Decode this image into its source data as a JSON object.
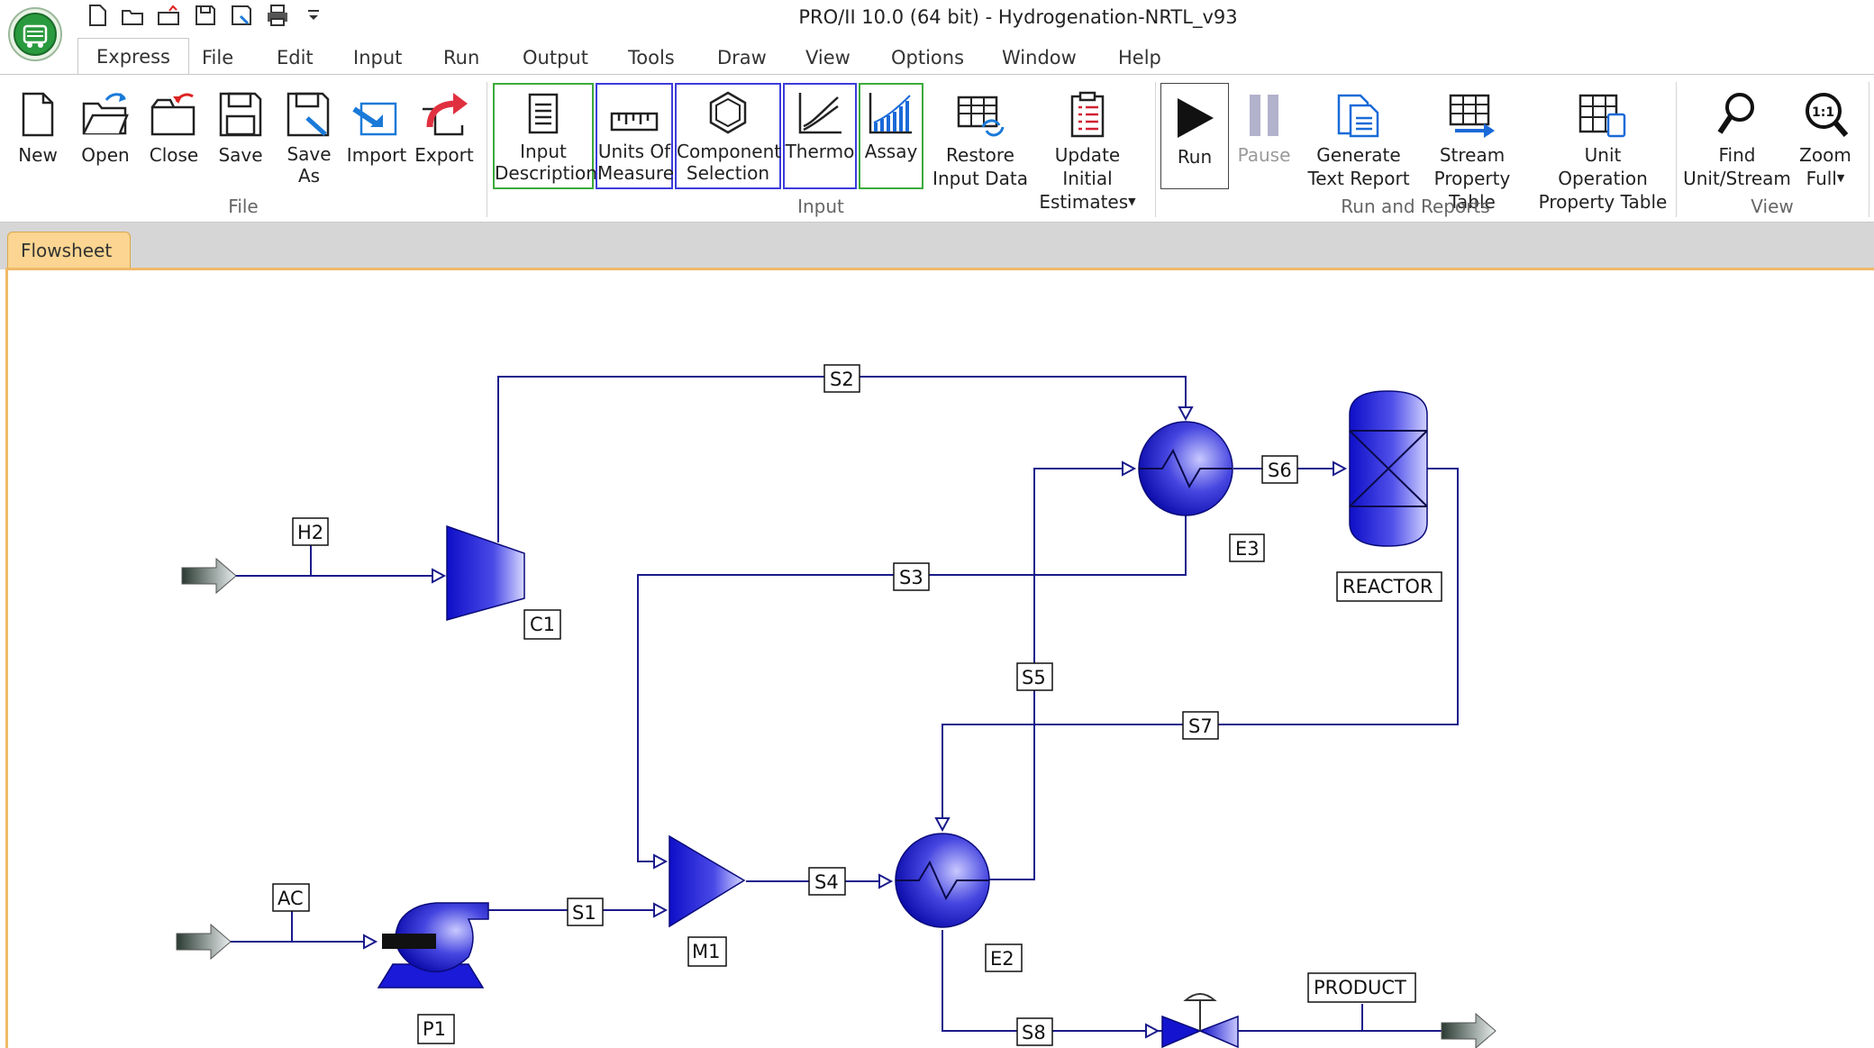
{
  "window": {
    "title": "PRO/II 10.0 (64 bit) - Hydrogenation-NRTL_v93"
  },
  "menu": [
    {
      "label": "Express",
      "active": true
    },
    {
      "label": "File"
    },
    {
      "label": "Edit"
    },
    {
      "label": "Input"
    },
    {
      "label": "Run"
    },
    {
      "label": "Output"
    },
    {
      "label": "Tools"
    },
    {
      "label": "Draw"
    },
    {
      "label": "View"
    },
    {
      "label": "Options"
    },
    {
      "label": "Window"
    },
    {
      "label": "Help"
    }
  ],
  "ribbon": {
    "file": {
      "group": "File",
      "new": "New",
      "open": "Open",
      "close": "Close",
      "save": "Save",
      "save_as_1": "Save",
      "save_as_2": "As",
      "import": "Import",
      "export": "Export"
    },
    "input": {
      "group": "Input",
      "desc_1": "Input",
      "desc_2": "Description",
      "uom_1": "Units Of",
      "uom_2": "Measure",
      "comp_1": "Component",
      "comp_2": "Selection",
      "thermo": "Thermo",
      "assay": "Assay",
      "restore_1": "Restore",
      "restore_2": "Input Data",
      "update_1": "Update Initial",
      "update_2": "Estimates"
    },
    "run": {
      "group": "Run and Reports",
      "run": "Run",
      "pause": "Pause",
      "gen_1": "Generate",
      "gen_2": "Text Report",
      "stream_1": "Stream",
      "stream_2": "Property Table",
      "unit_1": "Unit Operation",
      "unit_2": "Property Table"
    },
    "view": {
      "group": "View",
      "find_1": "Find",
      "find_2": "Unit/Stream",
      "zoom_1": "Zoom",
      "zoom_2": "Full"
    }
  },
  "tabs": {
    "flowsheet": "Flowsheet"
  },
  "flowsheet": {
    "streams": [
      "S1",
      "S2",
      "S3",
      "S4",
      "S5",
      "S6",
      "S7",
      "S8",
      "H2",
      "AC",
      "PRODUCT"
    ],
    "units": [
      "C1",
      "M1",
      "E2",
      "E3",
      "P1",
      "REACTOR"
    ]
  },
  "colors": {
    "stream": "#1a1a8c",
    "unit": "#1414d8",
    "tab": "#fbd591"
  }
}
